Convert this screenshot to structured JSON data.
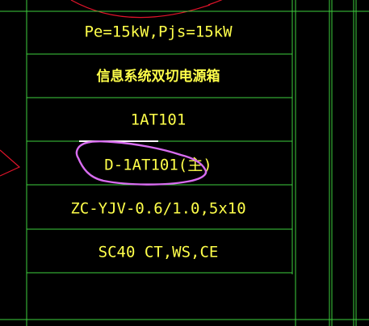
{
  "drawing": {
    "colors": {
      "background": "#000000",
      "table_lines": "#3ecf3e",
      "text": "#ffff4a",
      "arc_lines": "#e0142a",
      "selection_grips": "#ffffff",
      "markup_highlight": "#d86cf0"
    },
    "rows": [
      {
        "text": "Pe=15kW,Pjs=15kW"
      },
      {
        "text": "信息系统双切电源箱"
      },
      {
        "text": "1AT101"
      },
      {
        "text": "D-1AT101(主)"
      },
      {
        "text": "ZC-YJV-0.6/1.0,5x10"
      },
      {
        "text": "SC40 CT,WS,CE"
      }
    ]
  }
}
